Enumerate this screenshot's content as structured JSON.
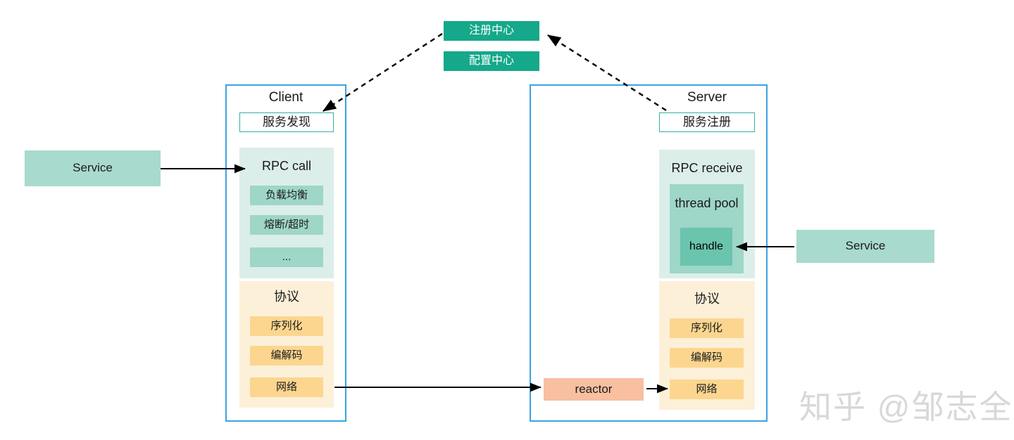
{
  "diagram": {
    "title_hidden": "RPC Client / Server architecture",
    "registry": {
      "register_center": "注册中心",
      "config_center": "配置中心"
    },
    "client": {
      "title": "Client",
      "service_discovery": "服务发现",
      "rpc_call": {
        "title": "RPC call",
        "items": [
          "负载均衡",
          "熔断/超时",
          "..."
        ]
      },
      "protocol": {
        "title": "协议",
        "items": [
          "序列化",
          "编解码",
          "网络"
        ]
      }
    },
    "server": {
      "title": "Server",
      "service_register": "服务注册",
      "rpc_receive": {
        "title": "RPC receive",
        "thread_pool": "thread pool",
        "handle": "handle"
      },
      "protocol": {
        "title": "协议",
        "items": [
          "序列化",
          "编解码",
          "网络"
        ]
      }
    },
    "services": {
      "left": "Service",
      "right": "Service"
    },
    "reactor": "reactor",
    "watermark": "知乎 @邹志全",
    "colors": {
      "teal_solid": "#15a88a",
      "teal_outline": "#35b0a0",
      "container_border": "#3aa3e3",
      "green_l1": "#dceee9",
      "green_l2": "#9ed6c8",
      "green_l3": "#6bc4ae",
      "service": "#a8dace",
      "orange_panel": "#fdf0d9",
      "orange_chip": "#fcd68f",
      "reactor": "#f8bfa0",
      "arrow": "#000000",
      "watermark": "#d8d8d8"
    }
  }
}
